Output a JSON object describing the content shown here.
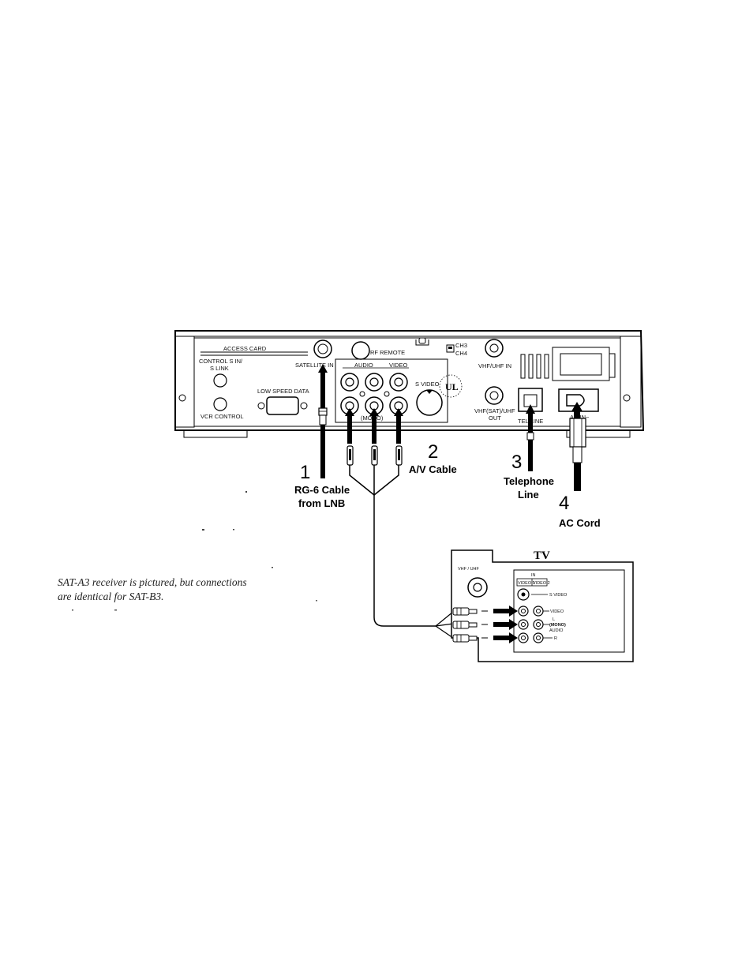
{
  "receiver_panel": {
    "access_card": "ACCESS CARD",
    "control_s_in": "CONTROL S IN/",
    "s_link": "S LINK",
    "vcr_control": "VCR CONTROL",
    "low_speed_data": "LOW SPEED DATA",
    "satellite_in": "SATELLITE IN",
    "rf_remote": "RF REMOTE",
    "audio": "AUDIO",
    "video": "VIDEO",
    "mono": "(MONO)",
    "s_video": "S VIDEO",
    "ch3": "CH3",
    "ch4": "CH4",
    "vhf_uhf_in": "VHF/UHF IN",
    "vhf_sat_uhf": "VHF(SAT)/UHF",
    "out": "OUT",
    "tel_line": "TEL LINE",
    "ac_in": "AC IN~",
    "ul_mark": "UL"
  },
  "steps": [
    {
      "number": "1",
      "line1": "RG-6 Cable",
      "line2": "from LNB"
    },
    {
      "number": "2",
      "line1": "A/V Cable"
    },
    {
      "number": "3",
      "line1": "Telephone",
      "line2": "Line"
    },
    {
      "number": "4",
      "line1": "AC Cord"
    }
  ],
  "tv": {
    "title": "TV",
    "vhf_uhf": "VHF / UHF",
    "in": "IN",
    "video1": "VIDEO 1",
    "video2": "VIDEO 2",
    "s_video": "S VIDEO",
    "video": "VIDEO",
    "l": "L",
    "mono": "(MONO)",
    "audio": "AUDIO",
    "r": "R"
  },
  "caption": {
    "line1": "SAT-A3 receiver is pictured, but connections",
    "line2": "are identical for SAT-B3."
  }
}
